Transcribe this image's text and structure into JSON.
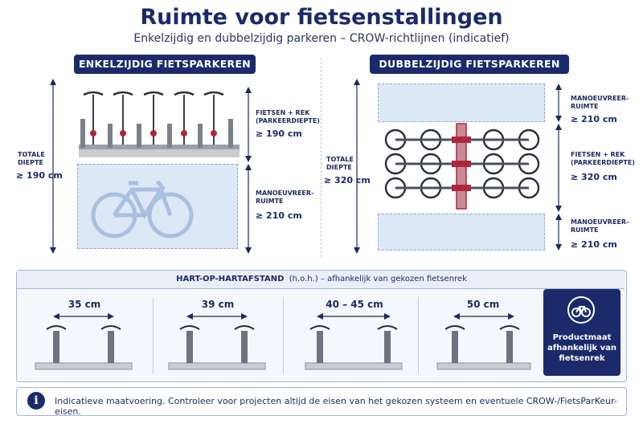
{
  "header": {
    "title": "Ruimte voor fietsenstallingen",
    "subtitle": "Enkelzijdig en dubbelzijdig parkeren – CROW-richtlijnen (indicatief)"
  },
  "single": {
    "heading": "ENKELZIJDIG FIETSPARKEREN",
    "total_label_1": "TOTALE",
    "total_label_2": "DIEPTE",
    "total_value": "≥ 190 cm",
    "rack_label_1": "FIETSEN + REK",
    "rack_label_2": "(PARKEERDIEPTE)",
    "rack_value": "≥ 190 cm",
    "man_label_1": "MANOEUVREER-",
    "man_label_2": "RUIMTE",
    "man_value": "≥ 210 cm"
  },
  "double": {
    "heading": "DUBBELZIJDIG FIETSPARKEREN",
    "total_label_1": "TOTALE",
    "total_label_2": "DIEPTE",
    "total_value": "≥ 320 cm",
    "top_label_1": "MANOEUVREER-",
    "top_label_2": "RUIMTE",
    "top_value": "≥ 210 cm",
    "rack_label_1": "FIETSEN + REK",
    "rack_label_2": "(PARKEERDIEPTE)",
    "rack_value": "≥ 320 cm",
    "bottom_label_1": "MANOEUVREER-",
    "bottom_label_2": "RUIMTE",
    "bottom_value": "≥ 210 cm"
  },
  "spacing": {
    "heading_bold": "HART-OP-HARTAFSTAND",
    "heading_rest": "(h.o.h.) – afhankelijk van gekozen fietsenrek",
    "values": [
      "35 cm",
      "39 cm",
      "40 – 45 cm",
      "50 cm"
    ],
    "product_line_1": "Productmaat",
    "product_line_2": "afhankelijk van",
    "product_line_3": "fietsenrek"
  },
  "footer": {
    "info_icon": "info-icon",
    "note": "Indicatieve maatvoering. Controleer voor projecten altijd de eisen van het gekozen systeem en eventuele CROW-/FietsParKeur-eisen."
  },
  "colors": {
    "navy": "#1b2a6b",
    "light_blue": "#dde8f6",
    "accent_red": "#b0253a"
  }
}
